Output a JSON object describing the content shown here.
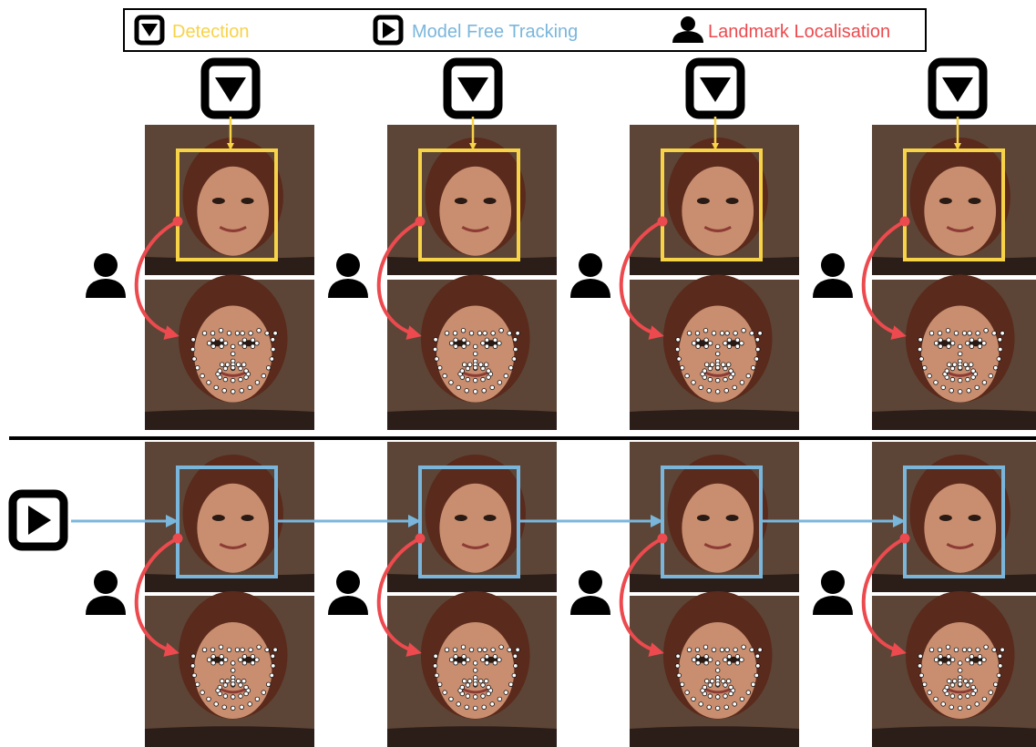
{
  "legend": {
    "detection": {
      "label": "Detection",
      "color": "#f7d348",
      "icon": "detection-icon"
    },
    "tracking": {
      "label": "Model Free Tracking",
      "color": "#7ab6dc",
      "icon": "tracking-icon"
    },
    "landmark": {
      "label": "Landmark Localisation",
      "color": "#ec4a4e",
      "icon": "person-icon"
    }
  },
  "rows": [
    {
      "name": "detection-row",
      "box_method": "detection",
      "frames": 4
    },
    {
      "name": "tracking-row",
      "box_method": "tracking",
      "frames": 4
    }
  ],
  "colors": {
    "photo_bg": "#5c4536",
    "skin": "#c98e6f",
    "hair": "#5a2a1c",
    "shirt": "#2b1d18",
    "divider": "#000000"
  }
}
